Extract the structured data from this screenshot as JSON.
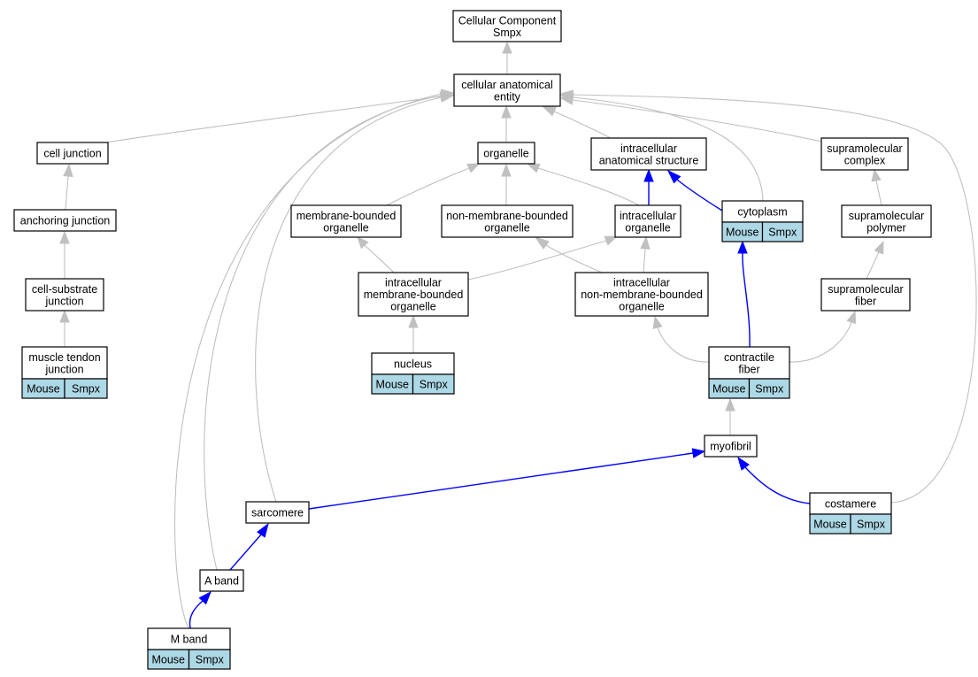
{
  "diagram": {
    "colors": {
      "background": "#ffffff",
      "node_fill": "#ffffff",
      "node_stroke": "#000000",
      "tag_fill": "#add8e6",
      "edge_grey": "#c0c0c0",
      "edge_blue": "#0000ff"
    },
    "nodes": [
      {
        "id": "cellular_component",
        "lines": [
          "Cellular Component",
          "Smpx"
        ]
      },
      {
        "id": "cellular_anatomical_entity",
        "lines": [
          "cellular anatomical",
          "entity"
        ]
      },
      {
        "id": "cell_junction",
        "lines": [
          "cell junction"
        ]
      },
      {
        "id": "organelle",
        "lines": [
          "organelle"
        ]
      },
      {
        "id": "intracellular_anatomical_structure",
        "lines": [
          "intracellular",
          "anatomical structure"
        ]
      },
      {
        "id": "supramolecular_complex",
        "lines": [
          "supramolecular",
          "complex"
        ]
      },
      {
        "id": "anchoring_junction",
        "lines": [
          "anchoring junction"
        ]
      },
      {
        "id": "membrane_bounded_organelle",
        "lines": [
          "membrane-bounded",
          "organelle"
        ]
      },
      {
        "id": "non_membrane_bounded_organelle",
        "lines": [
          "non-membrane-bounded",
          "organelle"
        ]
      },
      {
        "id": "intracellular_organelle",
        "lines": [
          "intracellular",
          "organelle"
        ]
      },
      {
        "id": "cytoplasm",
        "lines": [
          "cytoplasm"
        ],
        "tags": [
          "Mouse",
          "Smpx"
        ]
      },
      {
        "id": "supramolecular_polymer",
        "lines": [
          "supramolecular",
          "polymer"
        ]
      },
      {
        "id": "cell_substrate_junction",
        "lines": [
          "cell-substrate",
          "junction"
        ]
      },
      {
        "id": "intracellular_membrane_bounded_organelle",
        "lines": [
          "intracellular",
          "membrane-bounded",
          "organelle"
        ]
      },
      {
        "id": "intracellular_non_membrane_bounded_organelle",
        "lines": [
          "intracellular",
          "non-membrane-bounded",
          "organelle"
        ]
      },
      {
        "id": "supramolecular_fiber",
        "lines": [
          "supramolecular",
          "fiber"
        ]
      },
      {
        "id": "muscle_tendon_junction",
        "lines": [
          "muscle tendon",
          "junction"
        ],
        "tags": [
          "Mouse",
          "Smpx"
        ]
      },
      {
        "id": "nucleus",
        "lines": [
          "nucleus"
        ],
        "tags": [
          "Mouse",
          "Smpx"
        ]
      },
      {
        "id": "contractile_fiber",
        "lines": [
          "contractile",
          "fiber"
        ],
        "tags": [
          "Mouse",
          "Smpx"
        ]
      },
      {
        "id": "myofibril",
        "lines": [
          "myofibril"
        ]
      },
      {
        "id": "sarcomere",
        "lines": [
          "sarcomere"
        ]
      },
      {
        "id": "costamere",
        "lines": [
          "costamere"
        ],
        "tags": [
          "Mouse",
          "Smpx"
        ]
      },
      {
        "id": "a_band",
        "lines": [
          "A band"
        ]
      },
      {
        "id": "m_band",
        "lines": [
          "M band"
        ],
        "tags": [
          "Mouse",
          "Smpx"
        ]
      }
    ],
    "edges": [
      {
        "from": "cellular_anatomical_entity",
        "to": "cellular_component",
        "kind": "is_a"
      },
      {
        "from": "cell_junction",
        "to": "cellular_anatomical_entity",
        "kind": "is_a"
      },
      {
        "from": "organelle",
        "to": "cellular_anatomical_entity",
        "kind": "is_a"
      },
      {
        "from": "intracellular_anatomical_structure",
        "to": "cellular_anatomical_entity",
        "kind": "is_a"
      },
      {
        "from": "supramolecular_complex",
        "to": "cellular_anatomical_entity",
        "kind": "is_a"
      },
      {
        "from": "cytoplasm",
        "to": "cellular_anatomical_entity",
        "kind": "is_a"
      },
      {
        "from": "sarcomere",
        "to": "cellular_anatomical_entity",
        "kind": "is_a"
      },
      {
        "from": "a_band",
        "to": "cellular_anatomical_entity",
        "kind": "is_a"
      },
      {
        "from": "m_band",
        "to": "cellular_anatomical_entity",
        "kind": "is_a"
      },
      {
        "from": "costamere",
        "to": "cellular_anatomical_entity",
        "kind": "is_a"
      },
      {
        "from": "anchoring_junction",
        "to": "cell_junction",
        "kind": "is_a"
      },
      {
        "from": "cell_substrate_junction",
        "to": "anchoring_junction",
        "kind": "is_a"
      },
      {
        "from": "muscle_tendon_junction",
        "to": "cell_substrate_junction",
        "kind": "is_a"
      },
      {
        "from": "membrane_bounded_organelle",
        "to": "organelle",
        "kind": "is_a"
      },
      {
        "from": "non_membrane_bounded_organelle",
        "to": "organelle",
        "kind": "is_a"
      },
      {
        "from": "intracellular_organelle",
        "to": "organelle",
        "kind": "is_a"
      },
      {
        "from": "intracellular_organelle",
        "to": "intracellular_anatomical_structure",
        "kind": "part_of"
      },
      {
        "from": "cytoplasm",
        "to": "intracellular_anatomical_structure",
        "kind": "part_of"
      },
      {
        "from": "supramolecular_polymer",
        "to": "supramolecular_complex",
        "kind": "is_a"
      },
      {
        "from": "intracellular_membrane_bounded_organelle",
        "to": "membrane_bounded_organelle",
        "kind": "is_a"
      },
      {
        "from": "intracellular_membrane_bounded_organelle",
        "to": "intracellular_organelle",
        "kind": "is_a"
      },
      {
        "from": "intracellular_non_membrane_bounded_organelle",
        "to": "non_membrane_bounded_organelle",
        "kind": "is_a"
      },
      {
        "from": "intracellular_non_membrane_bounded_organelle",
        "to": "intracellular_organelle",
        "kind": "is_a"
      },
      {
        "from": "nucleus",
        "to": "intracellular_membrane_bounded_organelle",
        "kind": "is_a"
      },
      {
        "from": "supramolecular_fiber",
        "to": "supramolecular_polymer",
        "kind": "is_a"
      },
      {
        "from": "contractile_fiber",
        "to": "cytoplasm",
        "kind": "part_of"
      },
      {
        "from": "contractile_fiber",
        "to": "intracellular_non_membrane_bounded_organelle",
        "kind": "is_a"
      },
      {
        "from": "contractile_fiber",
        "to": "supramolecular_fiber",
        "kind": "is_a"
      },
      {
        "from": "myofibril",
        "to": "contractile_fiber",
        "kind": "is_a"
      },
      {
        "from": "sarcomere",
        "to": "myofibril",
        "kind": "part_of"
      },
      {
        "from": "costamere",
        "to": "myofibril",
        "kind": "part_of"
      },
      {
        "from": "a_band",
        "to": "sarcomere",
        "kind": "part_of"
      },
      {
        "from": "m_band",
        "to": "a_band",
        "kind": "part_of"
      }
    ]
  }
}
